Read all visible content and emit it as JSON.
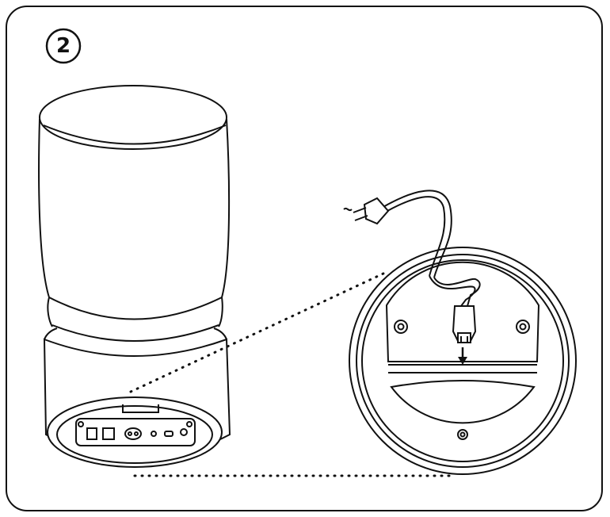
{
  "step": {
    "number": "2"
  },
  "illustration": {
    "subject": "speaker-power-cable-installation",
    "parts": [
      "speaker-body",
      "speaker-base",
      "rear-port-panel",
      "base-detail-zoom",
      "power-cable",
      "power-plug",
      "arrow-down-icon"
    ]
  },
  "colors": {
    "line": "#111111",
    "background": "#ffffff"
  }
}
